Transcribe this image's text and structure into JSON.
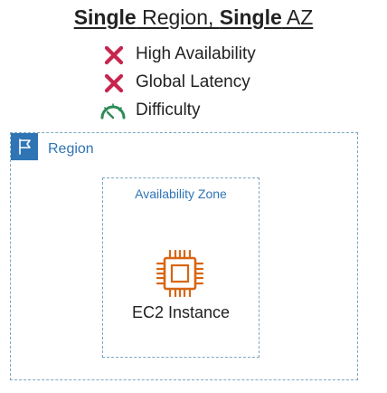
{
  "title": {
    "part1": "Single",
    "part2": " Region, ",
    "part3": "Single",
    "part4": " AZ"
  },
  "criteria": [
    {
      "icon": "x-mark-icon",
      "label": "High Availability",
      "color": "#c7254e"
    },
    {
      "icon": "x-mark-icon",
      "label": "Global Latency",
      "color": "#c7254e"
    },
    {
      "icon": "gauge-icon",
      "label": "Difficulty",
      "color": "#2e8b57"
    }
  ],
  "region": {
    "label": "Region",
    "icon": "flag-icon",
    "color": "#2f74b5"
  },
  "availability_zone": {
    "label": "Availability Zone"
  },
  "instance": {
    "label": "EC2 Instance",
    "icon": "ec2-chip-icon",
    "color": "#d86613"
  }
}
